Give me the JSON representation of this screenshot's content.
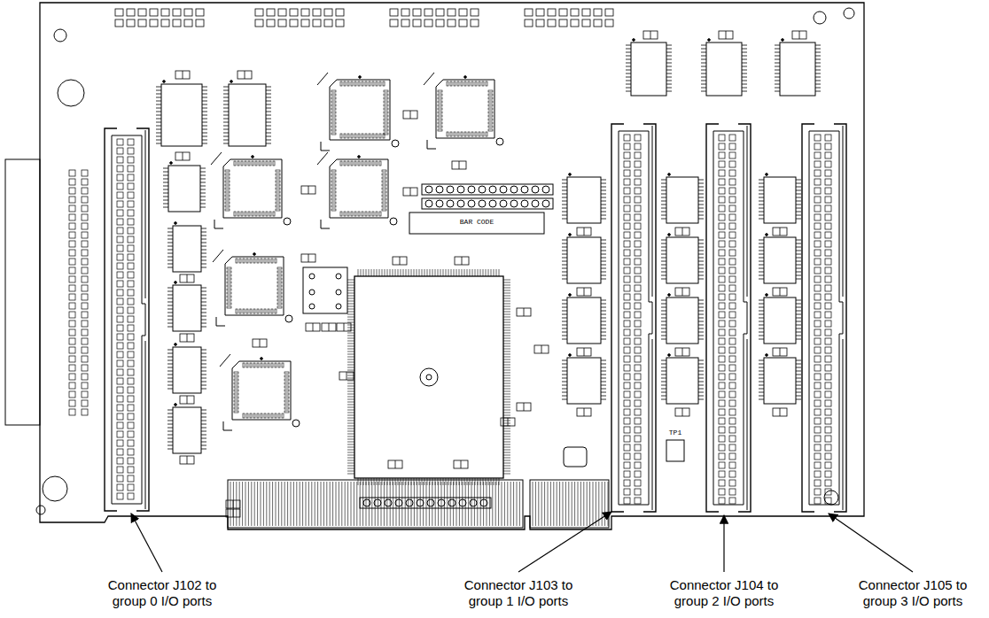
{
  "diagram": {
    "labels": [
      "BAR CODE",
      "TP1",
      "Connector J102 to group 0 I/O ports",
      "Connector J103 to group 1 I/O ports",
      "Connector J104 to group 2 I/O ports",
      "Connector J105 to group 3 I/O ports"
    ]
  }
}
